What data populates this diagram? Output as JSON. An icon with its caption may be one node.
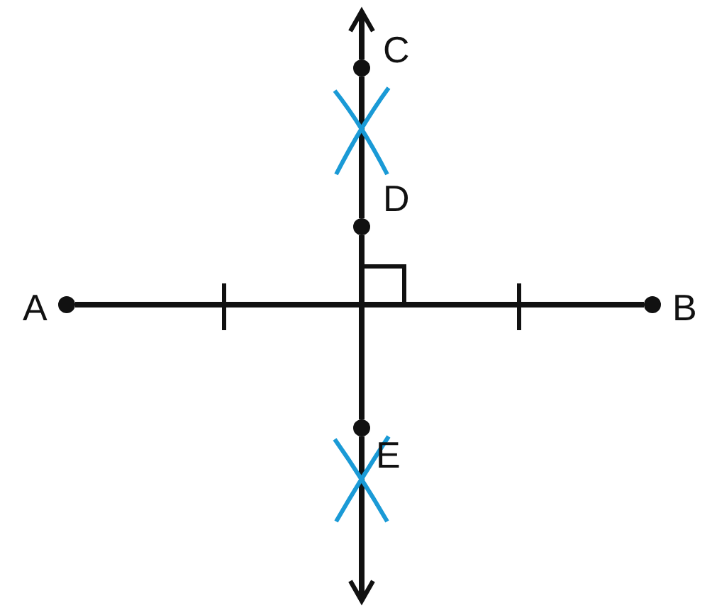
{
  "diagram": {
    "nodes": [
      {
        "text": [],
        "shape": "circle",
        "beside": [
          "C"
        ]
      },
      {
        "text": [],
        "shape": "circle",
        "beside": [
          "D"
        ]
      },
      {
        "text": [],
        "shape": "circle",
        "beside": [
          "A"
        ]
      },
      {
        "text": [],
        "shape": "circle",
        "beside": [
          "B"
        ]
      },
      {
        "text": [],
        "shape": "circle",
        "beside": [
          "E"
        ]
      }
    ],
    "edges": [
      {
        "from": 2,
        "to": 3,
        "arrow": "none"
      },
      {
        "from": 0,
        "to": null,
        "arrow": "to"
      },
      {
        "from": 0,
        "to": 1,
        "arrow": "none"
      },
      {
        "from": 1,
        "to": 4,
        "arrow": "none"
      },
      {
        "from": 4,
        "to": null,
        "arrow": "to"
      }
    ]
  }
}
